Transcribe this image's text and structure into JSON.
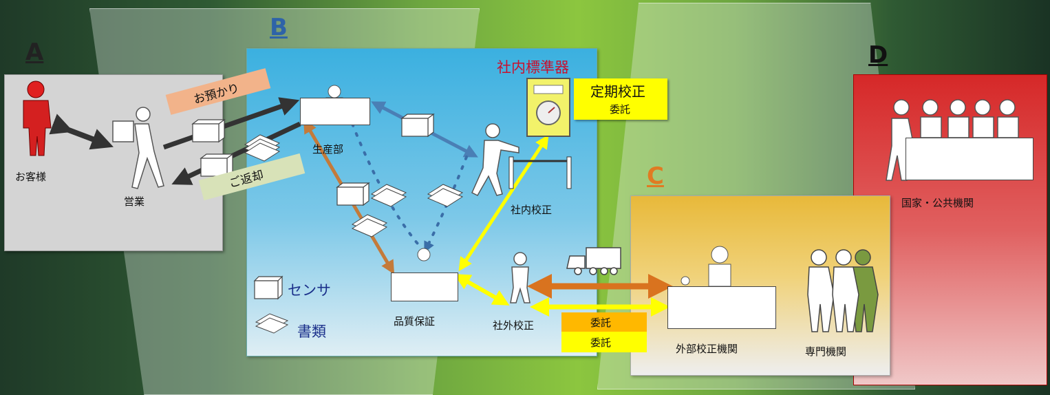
{
  "sections": {
    "a": {
      "letter": "A",
      "color": "#222222"
    },
    "b": {
      "letter": "B",
      "color": "#2e63a8"
    },
    "c": {
      "letter": "C",
      "color": "#e07b22"
    },
    "d": {
      "letter": "D",
      "color": "#111111"
    }
  },
  "a_labels": {
    "customer": "お客様",
    "sales": "営業"
  },
  "b_labels": {
    "production": "生産部",
    "internal_standard": "社内標準器",
    "periodic_calibration": "定期校正",
    "periodic_consign": "委託",
    "internal_calibration": "社内校正",
    "quality_assurance": "品質保証",
    "external_calibration": "社外校正",
    "legend_sensor": "センサ",
    "legend_documents": "書類"
  },
  "tags": {
    "receive": "お預かり",
    "return": "ご返却"
  },
  "c_labels": {
    "external_lab": "外部校正機関",
    "specialist": "専門機関",
    "consign_orange": "委託",
    "consign_yellow": "委託"
  },
  "d_labels": {
    "national": "国家・公共機関"
  },
  "colors": {
    "dark_arrow": "#333333",
    "blue_arrow": "#4a7fb5",
    "brown_arrow": "#c47a3a",
    "yellow_arrow": "#ffff00",
    "orange_arrow": "#d9731f",
    "title_red": "#c8102e",
    "legend_blue": "#1a2f8a"
  }
}
